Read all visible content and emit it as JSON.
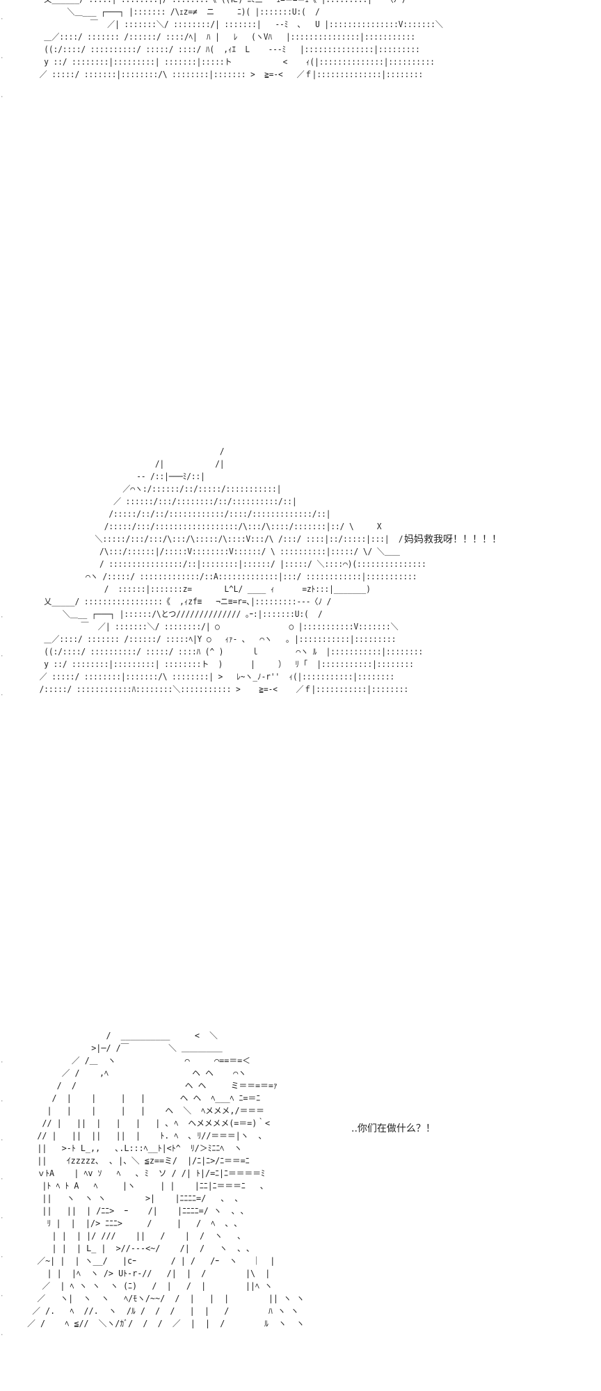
{
  "panels": [
    {
      "id": "panel-1",
      "art": "  乂______/ :::::| ::::::::|/ ::::::::《 ((に) ﾆﾐ三   ｪ=＝=＝ｪ《 |:::::::::|――-〈ﾉ /\n       ＼＿___ ┌───┐ |::::::: /\\ｪz=≠  ニ     ﾆ)( |:::::::U:(  /\n            ￣  ／| :::::::＼/ ::::::::/| :::::::|   --ﾐ  ､   U |:::::::::::::::V:::::::＼\n  ＿／::::/ ::::::: /::::::/ ::::/ﾍ|  ﾊ |   ﾚ   (ヽVﾊ   |:::::::::::::::|:::::::::::\n  ((:/::::/ ::::::::::/ :::::/ ::::/ ﾊ(  ,ｨｴ  L    ---ﾐ   |:::::::::::::::|:::::::::\n  y ::/ ::::::::|:::::::::| :::::::|:::::ト           <    ｨ(|::::::::::::::|::::::::::\n ／ :::::/ :::::::|::::::::/\\ ::::::::|::::::: >  ≧=‐<   ／ｆ|::::::::::::::|::::::::"
    },
    {
      "id": "panel-2",
      "art": "                                        /\n                          /|           /|\n                      -- /::|───ﾐ/::|\n                   ／⌒ヽ:/::::::/::/:::::/:::::::::::|\n                 ／ ::::::/:::/::::::::/::/::::::::::/::|\n                /:::::/::/::/::::::::::::/::::/:::::::::::::/::|\n               /:::::/:::/::::::::::::::::::/\\:::/\\::::/:::::::|::/ \\     X\n             ＼:::::/:::/:::/\\:::/\\:::::/\\::::V:::/\\ /:::/ ::::|::/:::::|:::|  /\n              /\\:::/::::::|/:::::V::::::::V::::::/ \\ ::::::::::|:::::/ \\/ ＼＿＿\n              / ::::::::::::::::/::|::::::::|::::::/ |:::::/ ＼::::⌒)(:::::::::::::::\n           ⌒ヽ /:::::/ :::::::::::::/::A:::::::::::::|:::/ ::::::::::::|:::::::::::\n               /  ::::::|:::::::z=       L^L/ ____ ｨ      =zﾄ:::|_______)\n  乂_____/ :::::::::::::::::《  ,ｨzf≡   ¬ニ≡=r=､|:::::::::---〈ﾉ /\n      ＼＿__ ┌───┐ |::::::/\\とつ////////////// ｡ｰ:|:::::::U:(  /\n          ￣  ／| :::::::＼/ ::::::::/| ○               ○ |:::::::::::V:::::::＼\n  ＿／::::/ ::::::: /::::::/ :::::ﾍ|Y ○   ｨｧ‐ ､   ⌒ヽ   ｡ |:::::::::::|:::::::::\n  ((:/::::/ ::::::::::/ :::::/ ::::ﾊ (^ )      ｌ        ⌒ヽ ﾙ  |:::::::::::|::::::::\n  y ::/ ::::::::|:::::::::| ::::::::ト  )      |     ）  ﾘ ｢  |:::::::::::|::::::::\n ／ :::::/ ::::::::|:::::::/\\ ::::::::| >   ﾚ~ヽ_ﾉ‐r''  ｨ(|:::::::::::|::::::::\n /:::::/ ::::::::::::ﾊ::::::::＼::::::::::: >    ≧=‐<    ／ｆ|:::::::::::|::::::::"
    },
    {
      "id": "panel-3",
      "art": "                  /  __________     <  ＼\n               >|─/ /￣        ＼ ＿＿＿＿＿\n           ／ /＿  ヽ              ⌒     ⌒==＝=＜\n         ／ /    ,ﾍ                 ヘ ヘ    ⌒ヽ\n        /  /                      ヘ ヘ     ミ＝＝=＝=ｧ\n       /  |    |     |   |       ヘ ヘ  ﾍ___ﾍ ﾆ=＝ﾆ\n      |   |    |     |   |    ヘ  ＼  ﾍメメメ,/＝＝＝\n     // |   ||  |   |   |   | ､ ﾍ  ヘメメメメ(=＝=)｀<\n    // |   ||  ||   ||  |    ﾄ. ﾍ  ､ ﾘ//＝＝＝|ヽ  ､\n    ||   >-ﾄ L_,,   ､.L:::ﾍ__ﾄ|<ﾄ^  ﾘ/＞ﾐﾆﾆﾍ  ヽ\n    ||    ｲzzzzz､  ､ |、＼ ≦z==ミ/  |/ﾆ|ﾆ>/ﾆ＝＝=ﾆ\n    ｖﾄA    | ﾍv ｿ   ﾍ   ､ ﾐ  ソ / /| ﾄ|/=ﾆ|ﾆ＝＝＝＝ﾐ\n     |ﾄ ﾍ ﾄ A   ﾍ     |ヽ     | |    |ﾆﾆ|ﾆ＝＝＝ﾆ   ､\n     ||   ヽ  ヽ ヽ        >|    |ﾆﾆﾆﾆ=/   ､  ､\n     ||   ||  | /ﾆﾆ>  ｰ    /|    |ﾆﾆﾆﾆ=/ ヽ  ､ ､\n      ﾘ |  |  |/> ﾆﾆﾆ>     /     |   /  ﾍ  ､ ､\n       | |  | |/ ///    ||   /    |  /  ヽ   ､\n       | |  | L_ |  >//---<~/    /|  /   ヽ  ､ ､\n    ／~| |  | ヽ__/   |cｰ       / | /   /ｰ  ヽ   ｜  |\n      | |  |ﾍ  ヽ /> Uﾄ-r-//   /|  |  /        |\\  |\n     ／  | ﾍ ヽ ヽ  ヽ (ﾆ)   /  |   /  |        ||ﾍ ヽ\n    ／   ヽ|  ヽ  ヽ   ﾍ/ﾓヽ/~~/  /  |   |  |        || ヽ ヽ\n   ／ /.   ﾍ  //.  ヽ  /ﾙ /  /  /   |  |   /        ﾊ ヽ ヽ\n  ／ /    ﾍ ≦//  ＼ヽ/ｶﾞ/  /  /  ／  |  |  /        ﾙ  ヽ  ヽ"
    }
  ],
  "dialogue": [
    {
      "id": "line-1",
      "text": "妈妈救我呀！！！！！"
    },
    {
      "id": "line-2",
      "text": "..你们在做什么？！"
    }
  ],
  "margin_marks": "·"
}
